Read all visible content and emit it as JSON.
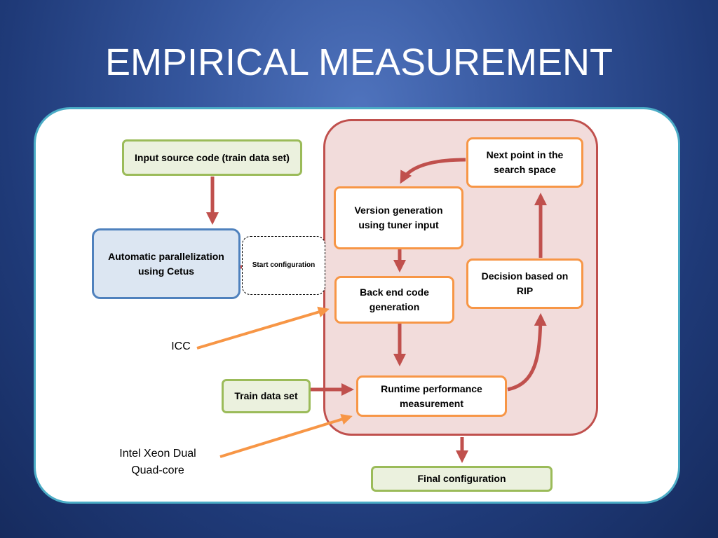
{
  "slide": {
    "title": "EMPIRICAL MEASUREMENT"
  },
  "nodes": {
    "input_source": "Input source code (train data set)",
    "auto_parallel": "Automatic parallelization using Cetus",
    "start_config": "Start configuration",
    "version_generation": "Version generation using tuner input",
    "back_end": "Back end code generation",
    "runtime_perf": "Runtime performance measurement",
    "decision": "Decision based on RIP",
    "next_point": "Next point in the search space",
    "train_data_set": "Train data set",
    "final_config": "Final configuration"
  },
  "labels": {
    "icc": "ICC",
    "intel_line1": "Intel Xeon Dual",
    "intel_line2": "Quad-core"
  },
  "colors": {
    "background": "#34559c",
    "panel_border": "#4bacc6",
    "loop_fill": "#f2dcdb",
    "loop_border": "#c0504d",
    "arrow_red": "#c0504d",
    "arrow_orange": "#f79646",
    "green_fill": "#ebf1de",
    "green_border": "#9bbb59",
    "blue_fill": "#dce6f2",
    "blue_border": "#4f81bd"
  }
}
